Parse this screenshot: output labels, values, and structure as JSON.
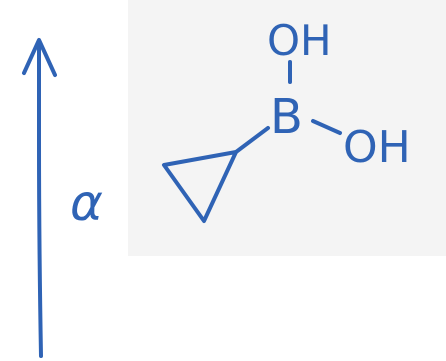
{
  "ink_color": "#2f63b5",
  "labels": {
    "alpha": "α",
    "oh_top": "OH",
    "boron": "B",
    "oh_right": "OH"
  }
}
